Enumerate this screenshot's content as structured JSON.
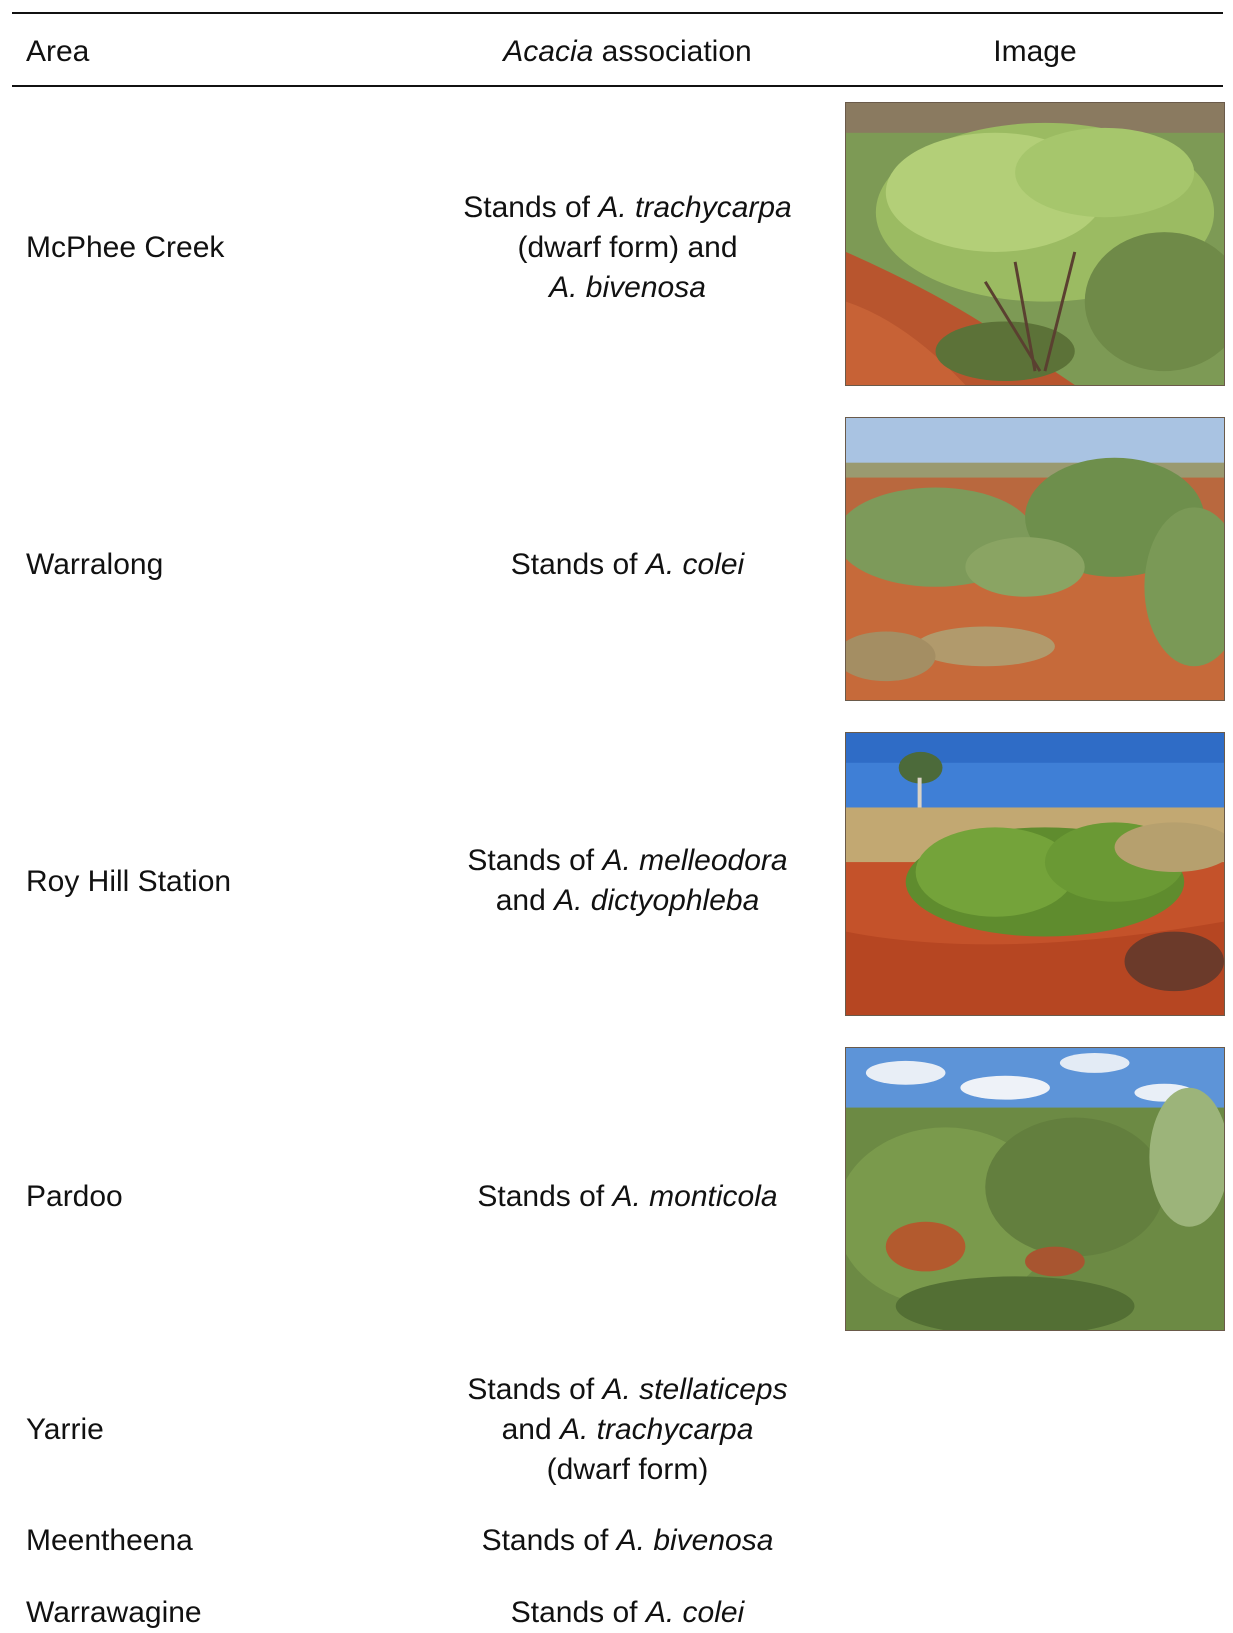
{
  "header": {
    "area": "Area",
    "assoc_genus": "Acacia",
    "assoc_rest": " association",
    "image": "Image"
  },
  "rows": [
    {
      "area": "McPhee Creek",
      "lines": [
        [
          "Stands of ",
          "A. trachycarpa",
          ""
        ],
        [
          "(dwarf form) and",
          "",
          ""
        ],
        [
          "",
          "A. bivenosa",
          ""
        ]
      ]
    },
    {
      "area": "Warralong",
      "lines": [
        [
          "Stands of ",
          "A. colei",
          ""
        ]
      ]
    },
    {
      "area": "Roy Hill Station",
      "lines": [
        [
          "Stands of ",
          "A. melleodora",
          ""
        ],
        [
          "and ",
          "A. dictyophleba",
          ""
        ]
      ]
    },
    {
      "area": "Pardoo",
      "lines": [
        [
          "Stands of ",
          "A. monticola",
          ""
        ]
      ]
    },
    {
      "area": "Yarrie",
      "lines": [
        [
          "Stands of ",
          "A. stellaticeps",
          ""
        ],
        [
          "and ",
          "A. trachycarpa",
          ""
        ],
        [
          "(dwarf form)",
          "",
          ""
        ]
      ]
    },
    {
      "area": "Meentheena",
      "lines": [
        [
          "Stands of ",
          "A. bivenosa",
          ""
        ]
      ]
    },
    {
      "area": "Warrawagine",
      "lines": [
        [
          "Stands of ",
          "A. colei",
          ""
        ]
      ]
    }
  ]
}
